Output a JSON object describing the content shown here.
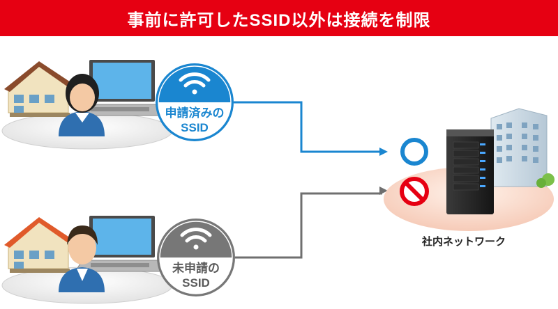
{
  "banner": {
    "title": "事前に許可したSSID以外は接続を制限"
  },
  "approved": {
    "ssid_line1": "申請済みの",
    "ssid_line2": "SSID",
    "status": "allowed",
    "status_icon": "circle-icon",
    "accent": "#1a86d0"
  },
  "unapproved": {
    "ssid_line1": "未申請の",
    "ssid_line2": "SSID",
    "status": "blocked",
    "status_icon": "prohibited-icon",
    "accent": "#777777"
  },
  "network": {
    "label": "社内ネットワーク"
  },
  "colors": {
    "banner": "#e60012",
    "approved_line": "#1a86d0",
    "unapproved_line": "#6f6f6f",
    "prohibit": "#e60012"
  }
}
